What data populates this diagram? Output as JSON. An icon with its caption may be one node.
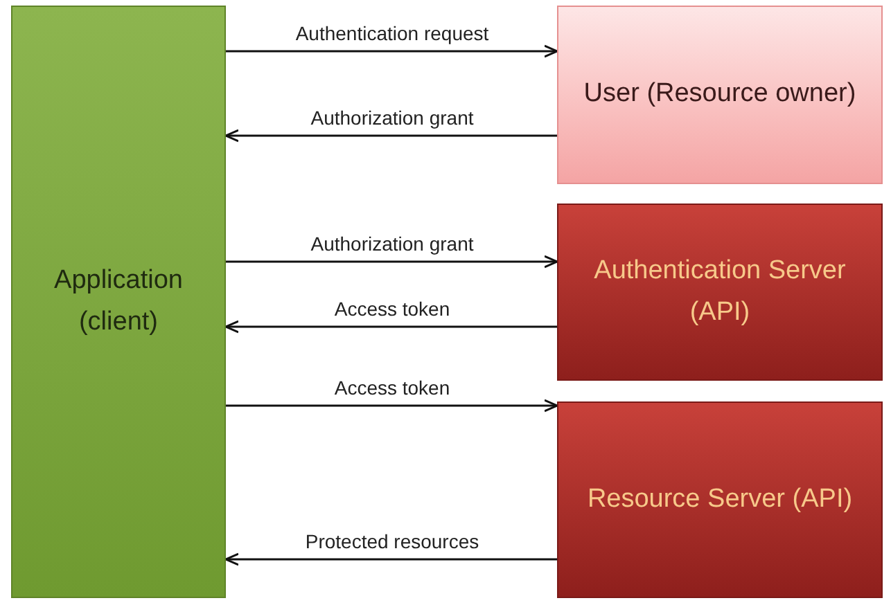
{
  "diagram": {
    "nodes": [
      {
        "text": [
          "Application (client)"
        ]
      },
      {
        "text": [
          "User (Resource owner)"
        ]
      },
      {
        "text": [
          "Authentication Server (API)"
        ]
      },
      {
        "text": [
          "Resource Server (API)"
        ]
      }
    ],
    "edges": [
      {
        "from": 0,
        "to": 1,
        "arrow": "to",
        "label": "Authentication request"
      },
      {
        "from": 1,
        "to": 0,
        "arrow": "to",
        "label": "Authorization grant"
      },
      {
        "from": 0,
        "to": 2,
        "arrow": "to",
        "label": "Authorization grant"
      },
      {
        "from": 2,
        "to": 0,
        "arrow": "to",
        "label": "Access token"
      },
      {
        "from": 0,
        "to": 3,
        "arrow": "to",
        "label": "Access token"
      },
      {
        "from": 3,
        "to": 0,
        "arrow": "to",
        "label": "Protected resources"
      }
    ]
  }
}
